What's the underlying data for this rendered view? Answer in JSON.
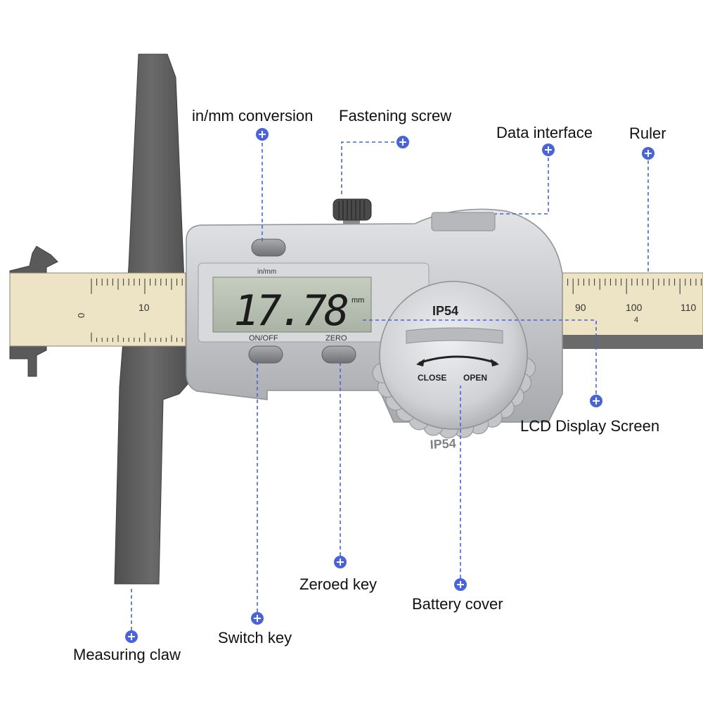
{
  "labels": {
    "inmm_conversion": "in/mm conversion",
    "fastening_screw": "Fastening screw",
    "data_interface": "Data interface",
    "ruler": "Ruler",
    "lcd_display_screen": "LCD Display Screen",
    "zeroed_key": "Zeroed key",
    "battery_cover": "Battery cover",
    "switch_key": "Switch key",
    "measuring_claw": "Measuring claw"
  },
  "device": {
    "lcd_label": "in/mm",
    "reading": "17.78",
    "unit": "mm",
    "on_off_label": "ON/OFF",
    "zero_label": "ZERO",
    "rating": "IP54",
    "close_label": "CLOSE",
    "open_label": "OPEN"
  },
  "scale": {
    "left_ticks": [
      "0",
      "10"
    ],
    "right_ticks": [
      "90",
      "100",
      "110"
    ],
    "right_sub": "4"
  },
  "colors": {
    "marker": "#4a63d8",
    "ruler_face": "#ece4c4",
    "steel": "#5c5c5c",
    "housing": "#c9cacc",
    "lcd": "#b9c2b4"
  },
  "icons": {
    "marker": "plus-circle-icon"
  }
}
